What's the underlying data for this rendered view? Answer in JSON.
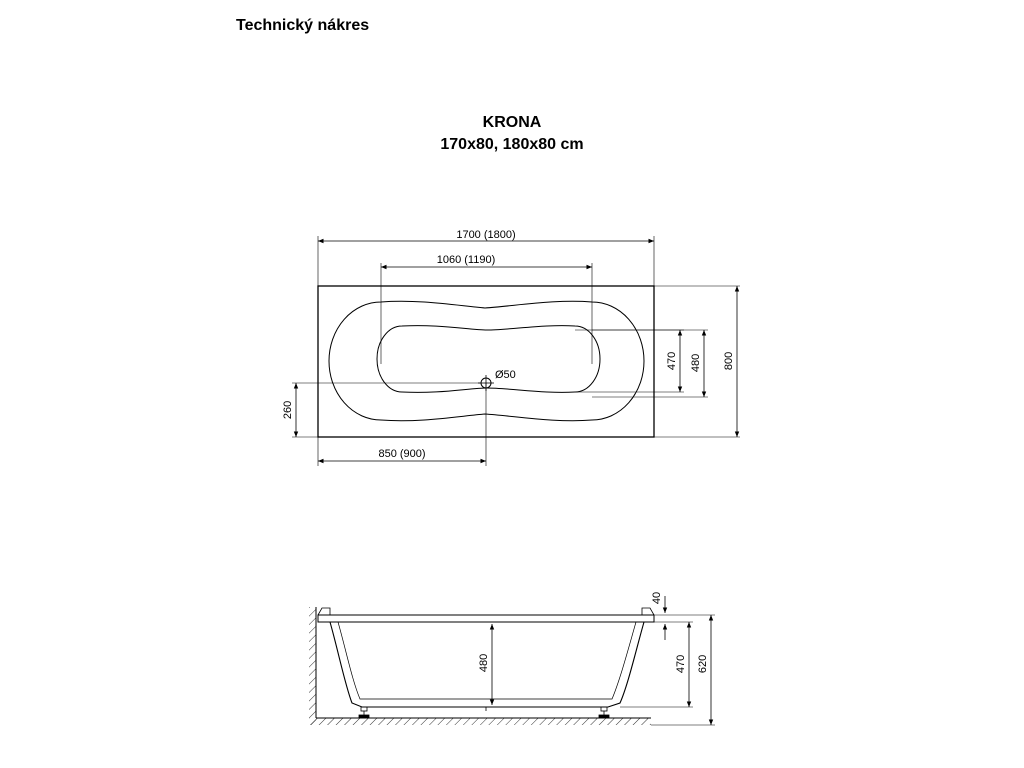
{
  "header": {
    "title": "Technický nákres"
  },
  "product": {
    "name": "KRONA",
    "sizes": "170x80, 180x80 cm"
  },
  "top_view": {
    "dim_total_length": "1700 (1800)",
    "dim_inner_length": "1060 (1190)",
    "dim_drain_diameter": "Ø50",
    "dim_drain_offset_y": "260",
    "dim_drain_offset_x": "850 (900)",
    "dim_inner_width_small": "470",
    "dim_inner_width": "480",
    "dim_total_width": "800"
  },
  "side_view": {
    "dim_rim": "40",
    "dim_depth_inner": "480",
    "dim_depth": "470",
    "dim_total_height": "620"
  }
}
